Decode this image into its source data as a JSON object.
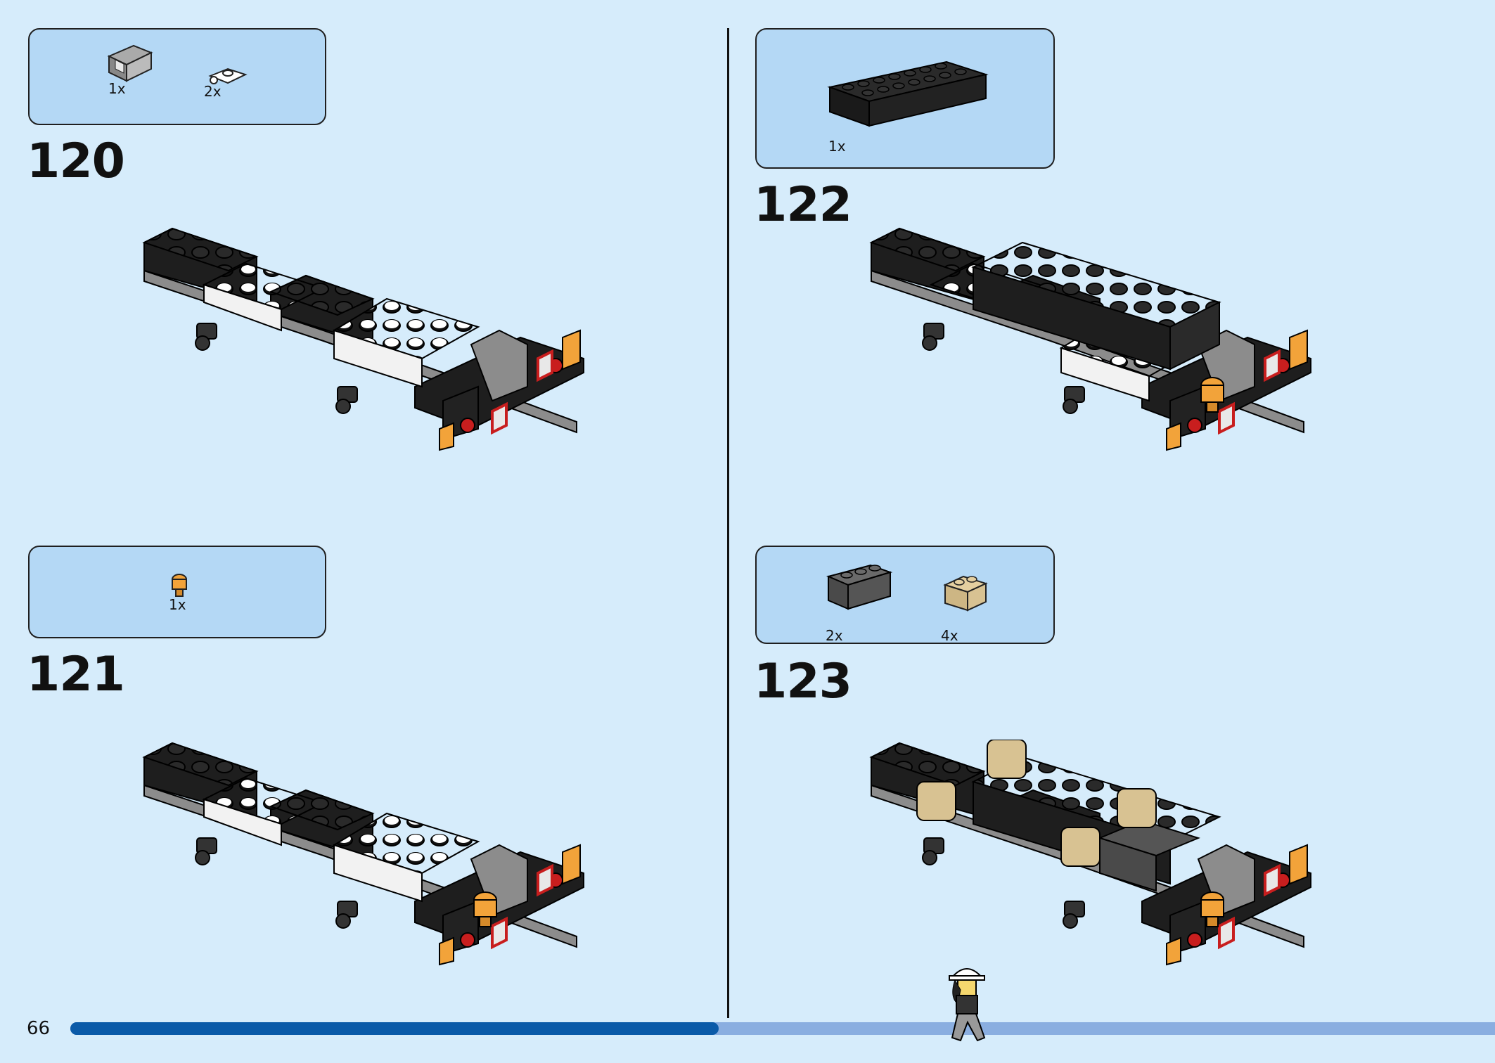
{
  "page": {
    "number": "66",
    "progress": 0.455
  },
  "steps": [
    {
      "number": "120",
      "parts": [
        {
          "name": "gray-slope-plate",
          "qty": "1x"
        },
        {
          "name": "white-clip-plate",
          "qty": "2x"
        }
      ]
    },
    {
      "number": "121",
      "parts": [
        {
          "name": "orange-beacon",
          "qty": "1x"
        }
      ]
    },
    {
      "number": "122",
      "parts": [
        {
          "name": "black-brick-2x8",
          "qty": "1x"
        }
      ]
    },
    {
      "number": "123",
      "parts": [
        {
          "name": "dark-gray-brick-1x3",
          "qty": "2x"
        },
        {
          "name": "tan-round-brick",
          "qty": "4x"
        }
      ]
    }
  ],
  "colors": {
    "background": "#d6ecfb",
    "parts_box": "#b4d8f5",
    "progress_fill": "#0a5aa8",
    "progress_track": "#8aaee0"
  }
}
